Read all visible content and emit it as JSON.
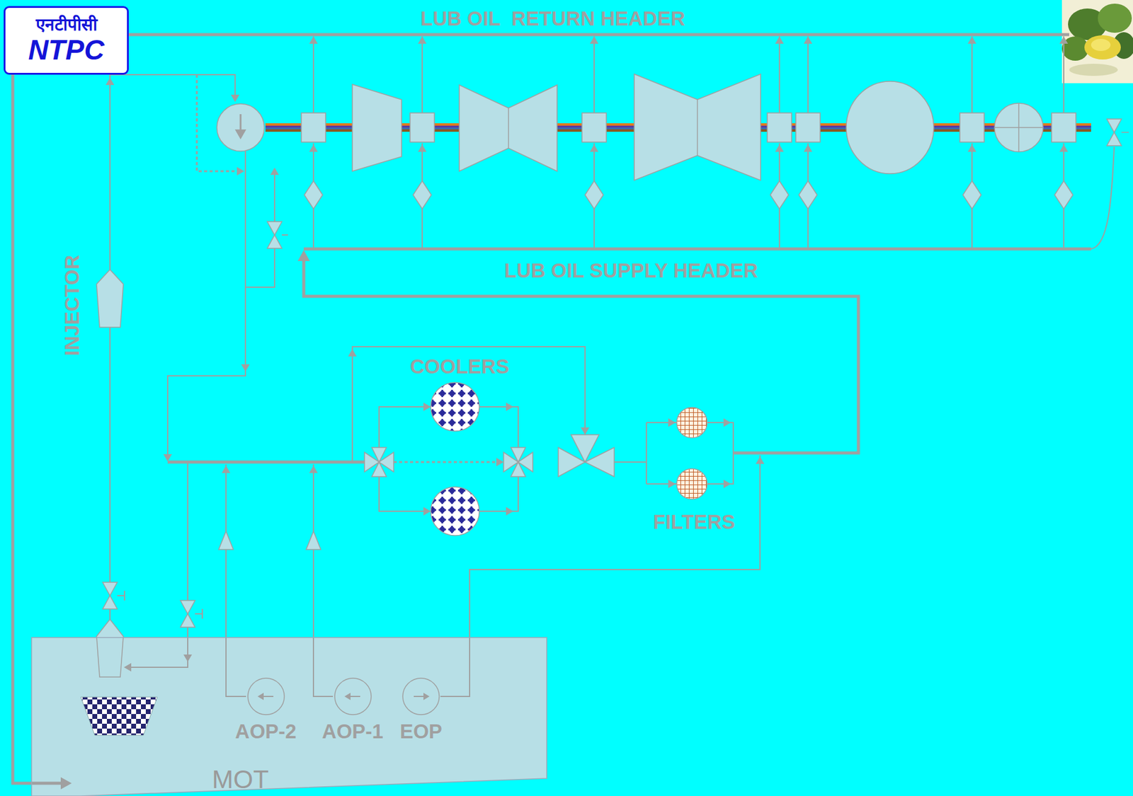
{
  "diagram": {
    "nodes": [
      {
        "text": [
          "एनटीपीसी",
          "NTPC"
        ]
      },
      {
        "text": [
          "MOT"
        ]
      },
      {
        "text": [
          "AOP-2"
        ],
        "in": 1
      },
      {
        "text": [
          "AOP-1"
        ],
        "in": 1
      },
      {
        "text": [
          "EOP"
        ],
        "in": 1
      }
    ],
    "labels": [
      "LUB OIL  RETURN HEADER",
      "LUB OIL SUPPLY HEADER",
      "INJECTOR",
      "COOLERS",
      "FILTERS"
    ]
  }
}
